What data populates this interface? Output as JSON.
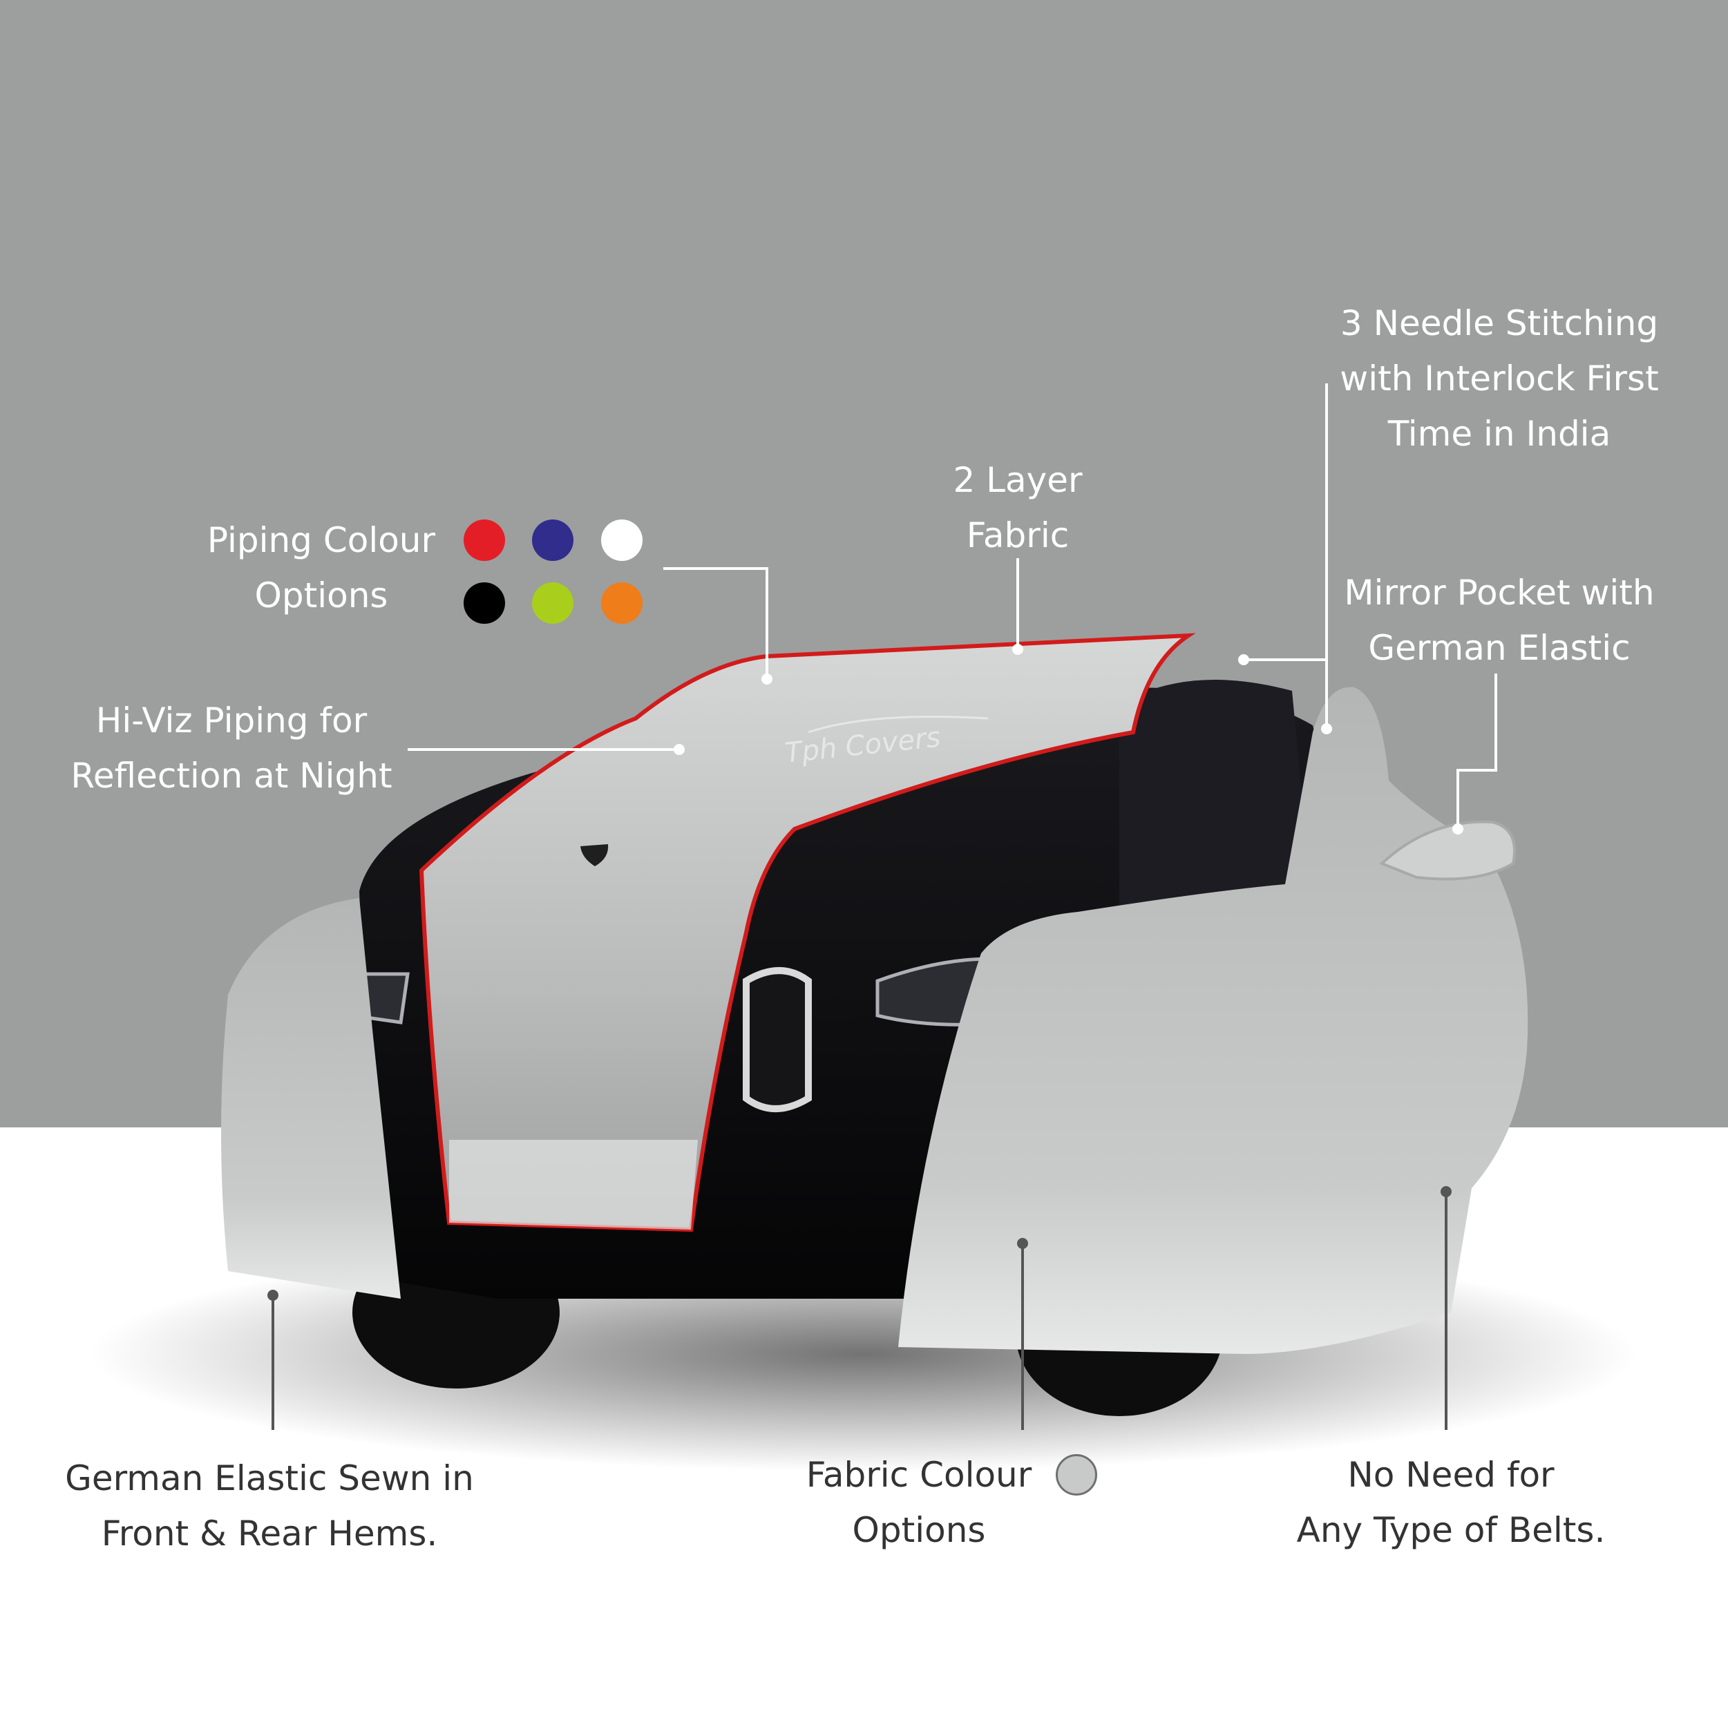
{
  "features": {
    "piping_colour": {
      "lines": [
        "Piping Colour",
        "Options"
      ]
    },
    "hi_viz": {
      "lines": [
        "Hi-Viz Piping for",
        "Reflection at Night"
      ]
    },
    "two_layer": {
      "lines": [
        "2 Layer",
        "Fabric"
      ]
    },
    "stitching": {
      "lines": [
        "3 Needle Stitching",
        "with Interlock First",
        "Time in India"
      ]
    },
    "mirror_pocket": {
      "lines": [
        "Mirror Pocket with",
        "German Elastic"
      ]
    },
    "german_elastic": {
      "lines": [
        "German Elastic Sewn in",
        "Front & Rear Hems."
      ]
    },
    "fabric_colour": {
      "lines": [
        "Fabric Colour",
        "Options"
      ]
    },
    "no_belts": {
      "lines": [
        "No Need for",
        "Any Type of Belts."
      ]
    }
  },
  "piping_swatches": [
    {
      "name": "red",
      "color": "#e41e26"
    },
    {
      "name": "indigo",
      "color": "#302d8c"
    },
    {
      "name": "white",
      "color": "#ffffff"
    },
    {
      "name": "black",
      "color": "#000000"
    },
    {
      "name": "lime",
      "color": "#a9cf1c"
    },
    {
      "name": "orange",
      "color": "#ef7d1a"
    }
  ],
  "fabric_swatch": {
    "name": "silver",
    "color": "#c8c9c9"
  },
  "brand": {
    "logo_text": "Tph Covers"
  },
  "colors": {
    "background_grey": "#9d9e9e",
    "background_white": "#ffffff",
    "cover_silver": "#c5c6c6",
    "piping_red": "#d21b1b",
    "car_black": "#0c0c0e",
    "callout_white": "#ffffff",
    "callout_dark": "#333333"
  }
}
